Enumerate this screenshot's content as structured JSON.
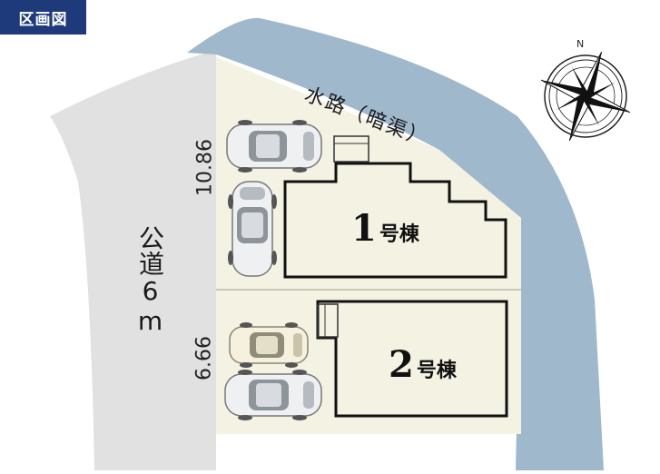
{
  "header": {
    "tag_label": "区画図",
    "tag_color": "#1f3a7a"
  },
  "road": {
    "label": "公道6m"
  },
  "waterway": {
    "label": "水路（暗渠）"
  },
  "dimensions": {
    "upper": "10.86",
    "lower": "6.66"
  },
  "buildings": [
    {
      "number": "1",
      "suffix": "号棟"
    },
    {
      "number": "2",
      "suffix": "号棟"
    }
  ],
  "compass": {
    "north_label": "N"
  },
  "colors": {
    "water": "#9fb8cc",
    "road": "#e1e1e1",
    "lot": "#f3f2e3",
    "outline": "#111111"
  }
}
